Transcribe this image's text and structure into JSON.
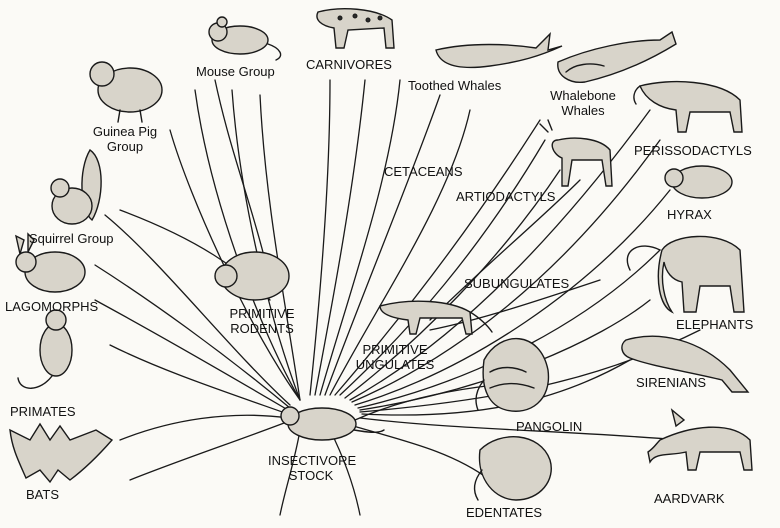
{
  "labels": {
    "mouse": "Mouse Group",
    "carnivores": "CARNIVORES",
    "toothed": "Toothed Whales",
    "whalebone_1": "Whalebone",
    "whalebone_2": "Whales",
    "guinea_1": "Guinea Pig",
    "guinea_2": "Group",
    "cetaceans": "CETACEANS",
    "perisso": "PERISSODACTYLS",
    "artio": "ARTIODACTYLS",
    "hyrax": "HYRAX",
    "squirrel": "Squirrel Group",
    "subungulates": "SUBUNGULATES",
    "lagomorphs": "LAGOMORPHS",
    "prim_rodents_1": "PRIMITIVE",
    "prim_rodents_2": "RODENTS",
    "elephants": "ELEPHANTS",
    "prim_ung_1": "PRIMITIVE",
    "prim_ung_2": "UNGULATES",
    "primates": "PRIMATES",
    "sirenians": "SIRENIANS",
    "pangolin": "PANGOLIN",
    "insect_1": "INSECTIVORE",
    "insect_2": "STOCK",
    "bats": "BATS",
    "aardvark": "AARDVARK",
    "edentates": "EDENTATES"
  }
}
